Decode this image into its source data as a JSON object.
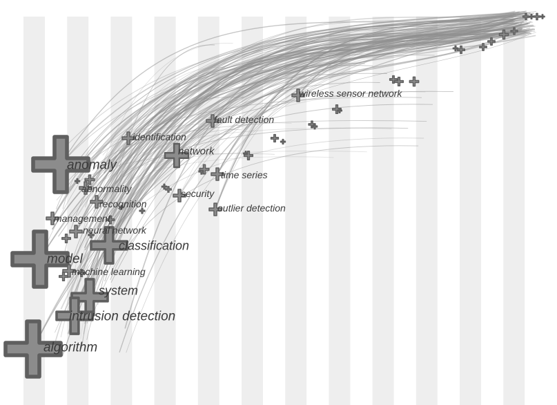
{
  "figure": {
    "colors": {
      "background": "#ffffff",
      "stripe": "#eeeeee",
      "link": "#8f8f8f",
      "node_outer": "#5f5f5f",
      "node_inner": "#8c8c8c",
      "label": "#3a3a3a"
    },
    "stripe_count": 12,
    "nodes": [
      {
        "id": "anomaly",
        "label": "anomaly",
        "size": 5
      },
      {
        "id": "model",
        "label": "model",
        "size": 5
      },
      {
        "id": "algorithm",
        "label": "algorithm",
        "size": 5
      },
      {
        "id": "system",
        "label": "system",
        "size": 4
      },
      {
        "id": "intrusion-detection",
        "label": "intrusion detection",
        "size": 4
      },
      {
        "id": "classification",
        "label": "classification",
        "size": 4
      },
      {
        "id": "network",
        "label": "network",
        "size": 3
      },
      {
        "id": "identification",
        "label": "identification",
        "size": 2
      },
      {
        "id": "fault-detection",
        "label": "fault detection",
        "size": 2
      },
      {
        "id": "wireless-sensor-network",
        "label": "wireless sensor network",
        "size": 2
      },
      {
        "id": "time-series",
        "label": "time series",
        "size": 2
      },
      {
        "id": "security",
        "label": "security",
        "size": 2
      },
      {
        "id": "outlier-detection",
        "label": "outlier detection",
        "size": 2
      },
      {
        "id": "abnormality",
        "label": "abnormality",
        "size": 2
      },
      {
        "id": "recognition",
        "label": "recognition",
        "size": 2
      },
      {
        "id": "management",
        "label": "management",
        "size": 2
      },
      {
        "id": "neural-network",
        "label": "neural network",
        "size": 2
      },
      {
        "id": "machine-learning",
        "label": "machine learning",
        "size": 2
      }
    ]
  }
}
